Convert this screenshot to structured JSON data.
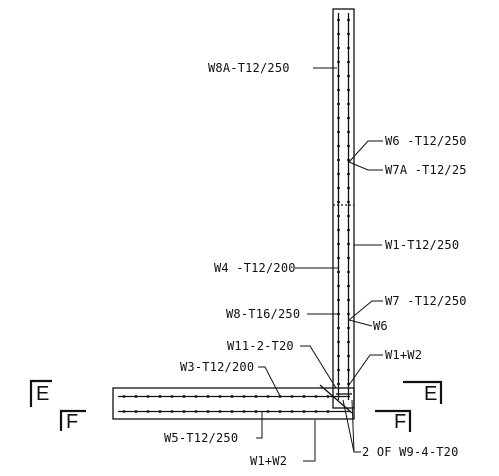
{
  "drawing": {
    "colors": {
      "ink": "#111111",
      "paper": "#ffffff"
    },
    "labels": {
      "w8a": "W8A-T12/250",
      "w6": "W6  -T12/250",
      "w7a": "W7A  -T12/25",
      "w1": "W1-T12/250",
      "w4": "W4  -T12/200",
      "w8": "W8-T16/250",
      "w7": "W7  -T12/250",
      "w6b": "W6",
      "w11": "W11-2-T20",
      "w1w2_right": "W1+W2",
      "w3": "W3-T12/200",
      "w5": "W5-T12/250",
      "w1w2_bottom": "W1+W2",
      "w9": "2  OF  W9-4-T20"
    },
    "section_marks": {
      "left_top": "E",
      "left_bottom": "F",
      "right_top": "E",
      "right_bottom": "F"
    }
  }
}
